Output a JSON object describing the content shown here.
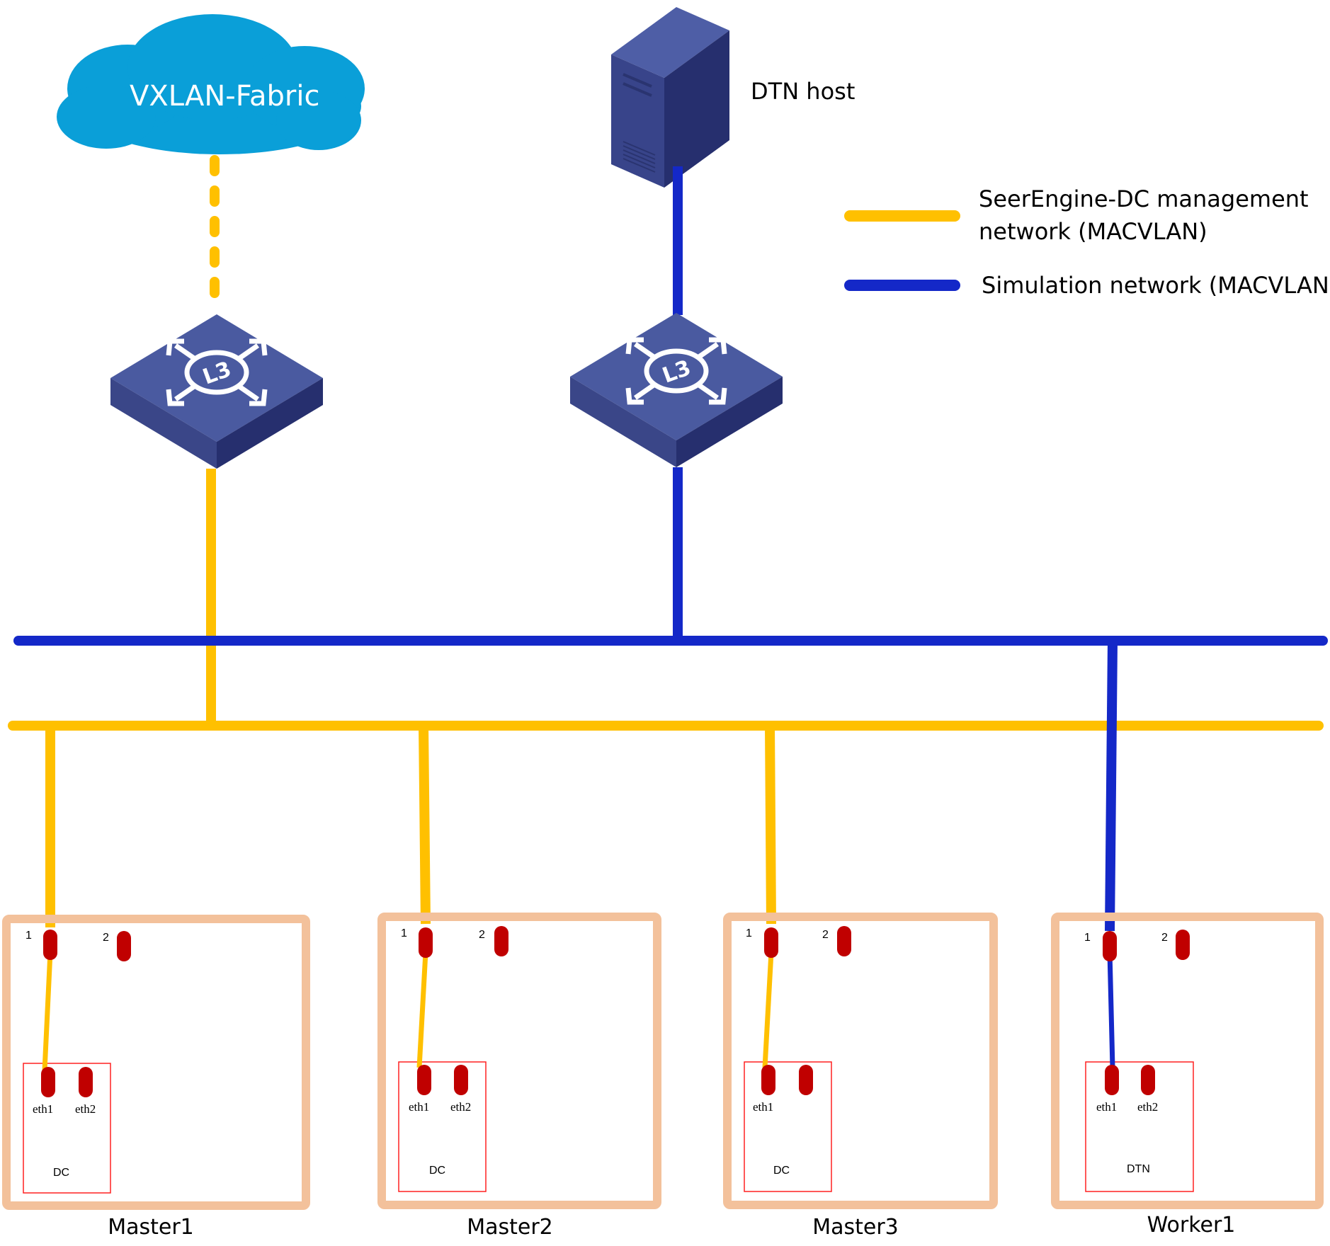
{
  "cloud": {
    "label": "VXLAN-Fabric",
    "color": "#0a9fd8"
  },
  "dtn_host": {
    "label": "DTN host"
  },
  "legend": {
    "management": {
      "line1": "SeerEngine-DC management",
      "line2": "network (MACVLAN)",
      "color": "#ffc000"
    },
    "simulation": {
      "label": "Simulation network (MACVLAN)",
      "color": "#1428c8"
    }
  },
  "switch_icons": [
    "L3 switch",
    "L3 switch"
  ],
  "nodes": [
    {
      "name": "Master1",
      "port1": "1",
      "port2": "2",
      "eth1": "eth1",
      "eth2": "eth2",
      "inner": "DC"
    },
    {
      "name": "Master2",
      "port1": "1",
      "port2": "2",
      "eth1": "eth1",
      "eth2": "eth2",
      "inner": "DC"
    },
    {
      "name": "Master3",
      "port1": "1",
      "port2": "2",
      "eth1": "eth1",
      "eth2": "",
      "inner": "DC"
    },
    {
      "name": "Worker1",
      "port1": "1",
      "port2": "2",
      "eth1": "eth1",
      "eth2": "eth2",
      "inner": "DTN"
    }
  ],
  "colors": {
    "node_border": "#f3c19b",
    "port": "#c00000",
    "inner_border": "#ff2020",
    "switch_top": "#4a5aa0",
    "switch_side": "#2c3577"
  }
}
